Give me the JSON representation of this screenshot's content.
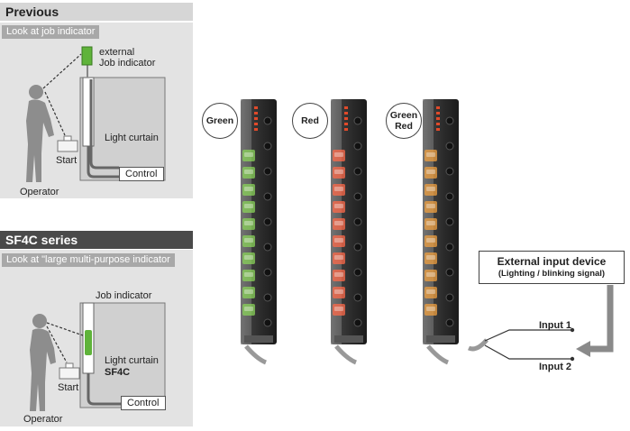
{
  "previous": {
    "header": "Previous",
    "subheader": "Look at job indicator",
    "labels": {
      "indicator": "external\nJob indicator",
      "light_curtain": "Light curtain",
      "start": "Start",
      "control": "Control",
      "operator": "Operator"
    }
  },
  "sf4c": {
    "header": "SF4C series",
    "subheader": "Look at \"large multi-purpose indicator",
    "labels": {
      "indicator": "Job indicator",
      "light_curtain": "Light curtain",
      "model": "SF4C",
      "start": "Start",
      "control": "Control",
      "operator": "Operator"
    }
  },
  "modes": [
    {
      "label": "Green",
      "color": "#8ad35a"
    },
    {
      "label": "Red",
      "color": "#ff6a4a"
    },
    {
      "label": "Green\nRed",
      "color": "#f0a040"
    }
  ],
  "external_device": {
    "title": "External input device",
    "subtitle": "(Lighting / blinking signal)",
    "input1": "Input 1",
    "input2": "Input 2"
  }
}
